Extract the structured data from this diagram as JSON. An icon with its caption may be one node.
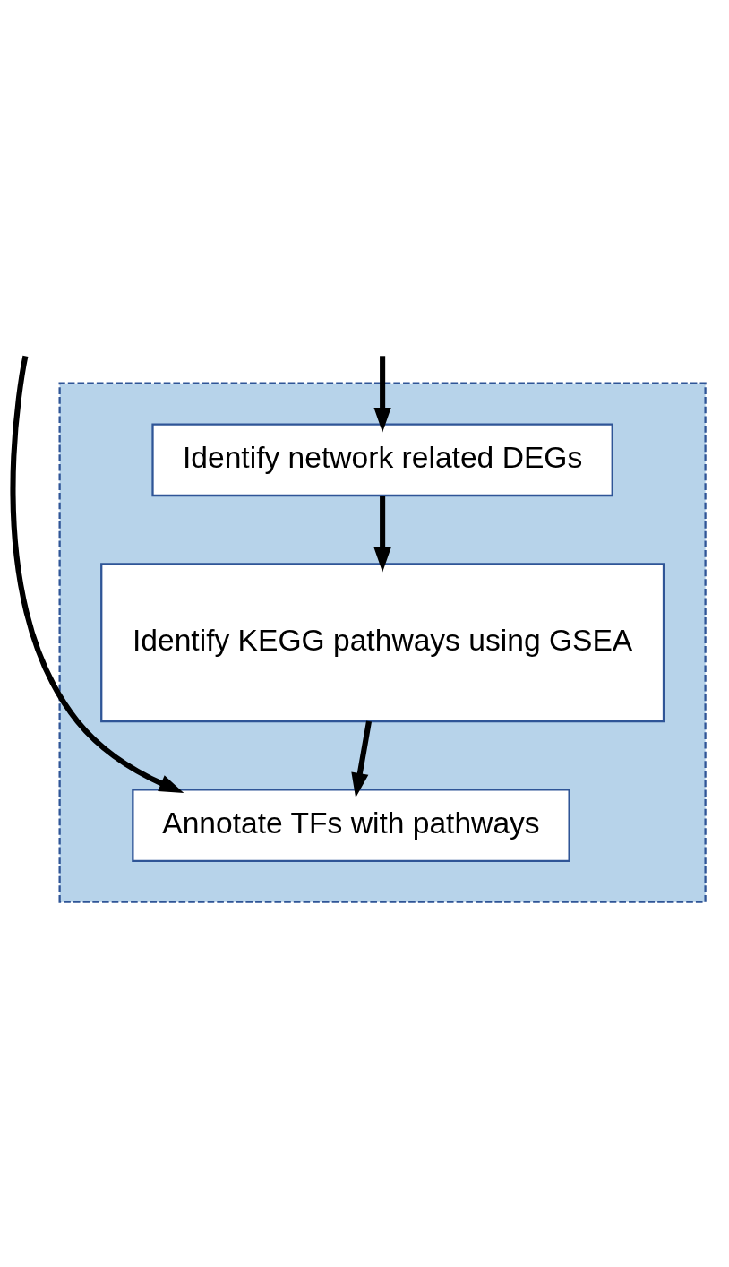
{
  "diagram": {
    "nodes": [
      {
        "text": [],
        "shape": "box"
      },
      {
        "text": [
          "Identify network related DEGs"
        ],
        "in": 0
      },
      {
        "text": [
          "Identify KEGG pathways using GSEA"
        ],
        "in": 0
      },
      {
        "text": [
          "Annotate TFs with pathways"
        ],
        "in": 0
      }
    ],
    "edges": [
      {
        "from": null,
        "to": 1,
        "arrow": "to"
      },
      {
        "from": null,
        "to": 3,
        "arrow": "to"
      },
      {
        "from": 1,
        "to": 2,
        "arrow": "to"
      },
      {
        "from": 2,
        "to": 3,
        "arrow": "to"
      }
    ]
  }
}
